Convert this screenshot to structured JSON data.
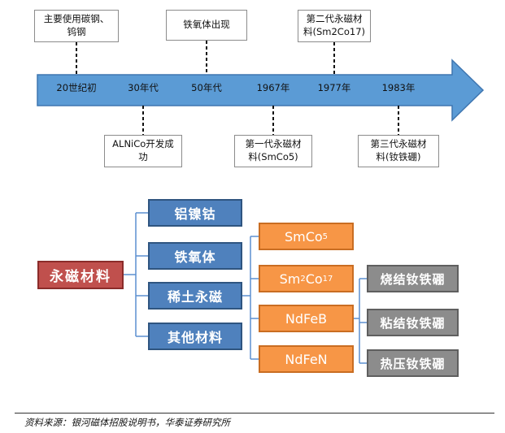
{
  "timeline": {
    "ticks": [
      {
        "label": "20世纪初"
      },
      {
        "label": "30年代"
      },
      {
        "label": "50年代"
      },
      {
        "label": "1967年"
      },
      {
        "label": "1977年"
      },
      {
        "label": "1983年"
      }
    ],
    "events_top": [
      {
        "line1": "主要使用碳钢、",
        "line2": "钨钢"
      },
      {
        "line1": "铁氧体出现",
        "line2": ""
      },
      {
        "line1": "第二代永磁材",
        "line2": "料(Sm2Co17)"
      }
    ],
    "events_bottom": [
      {
        "line1": "ALNiCo开发成",
        "line2": "功"
      },
      {
        "line1": "第一代永磁材",
        "line2": "料(SmCo5)"
      },
      {
        "line1": "第三代永磁材",
        "line2": "料(钕铁硼)"
      }
    ],
    "colors": {
      "arrow": "#5b9bd5",
      "arrow_border": "#3f76b0"
    }
  },
  "tree": {
    "root": "永磁材料",
    "level1": [
      "铝镍钴",
      "铁氧体",
      "稀土永磁",
      "其他材料"
    ],
    "level2": [
      {
        "base": "SmCo",
        "sub1": "5",
        "mid": "",
        "sub2": ""
      },
      {
        "base": "Sm",
        "sub1": "2",
        "mid": "Co",
        "sub2": "17"
      },
      {
        "base": "NdFeB",
        "sub1": "",
        "mid": "",
        "sub2": ""
      },
      {
        "base": "NdFeN",
        "sub1": "",
        "mid": "",
        "sub2": ""
      }
    ],
    "level3": [
      "烧结钕铁硼",
      "粘结钕铁硼",
      "热压钕铁硼"
    ],
    "colors": {
      "root": "#c0504d",
      "level1": "#4f81bd",
      "level2": "#f79646",
      "level3": "#8c8c8c"
    }
  },
  "footer": {
    "source": "资料来源：银河磁体招股说明书，华泰证券研究所"
  }
}
